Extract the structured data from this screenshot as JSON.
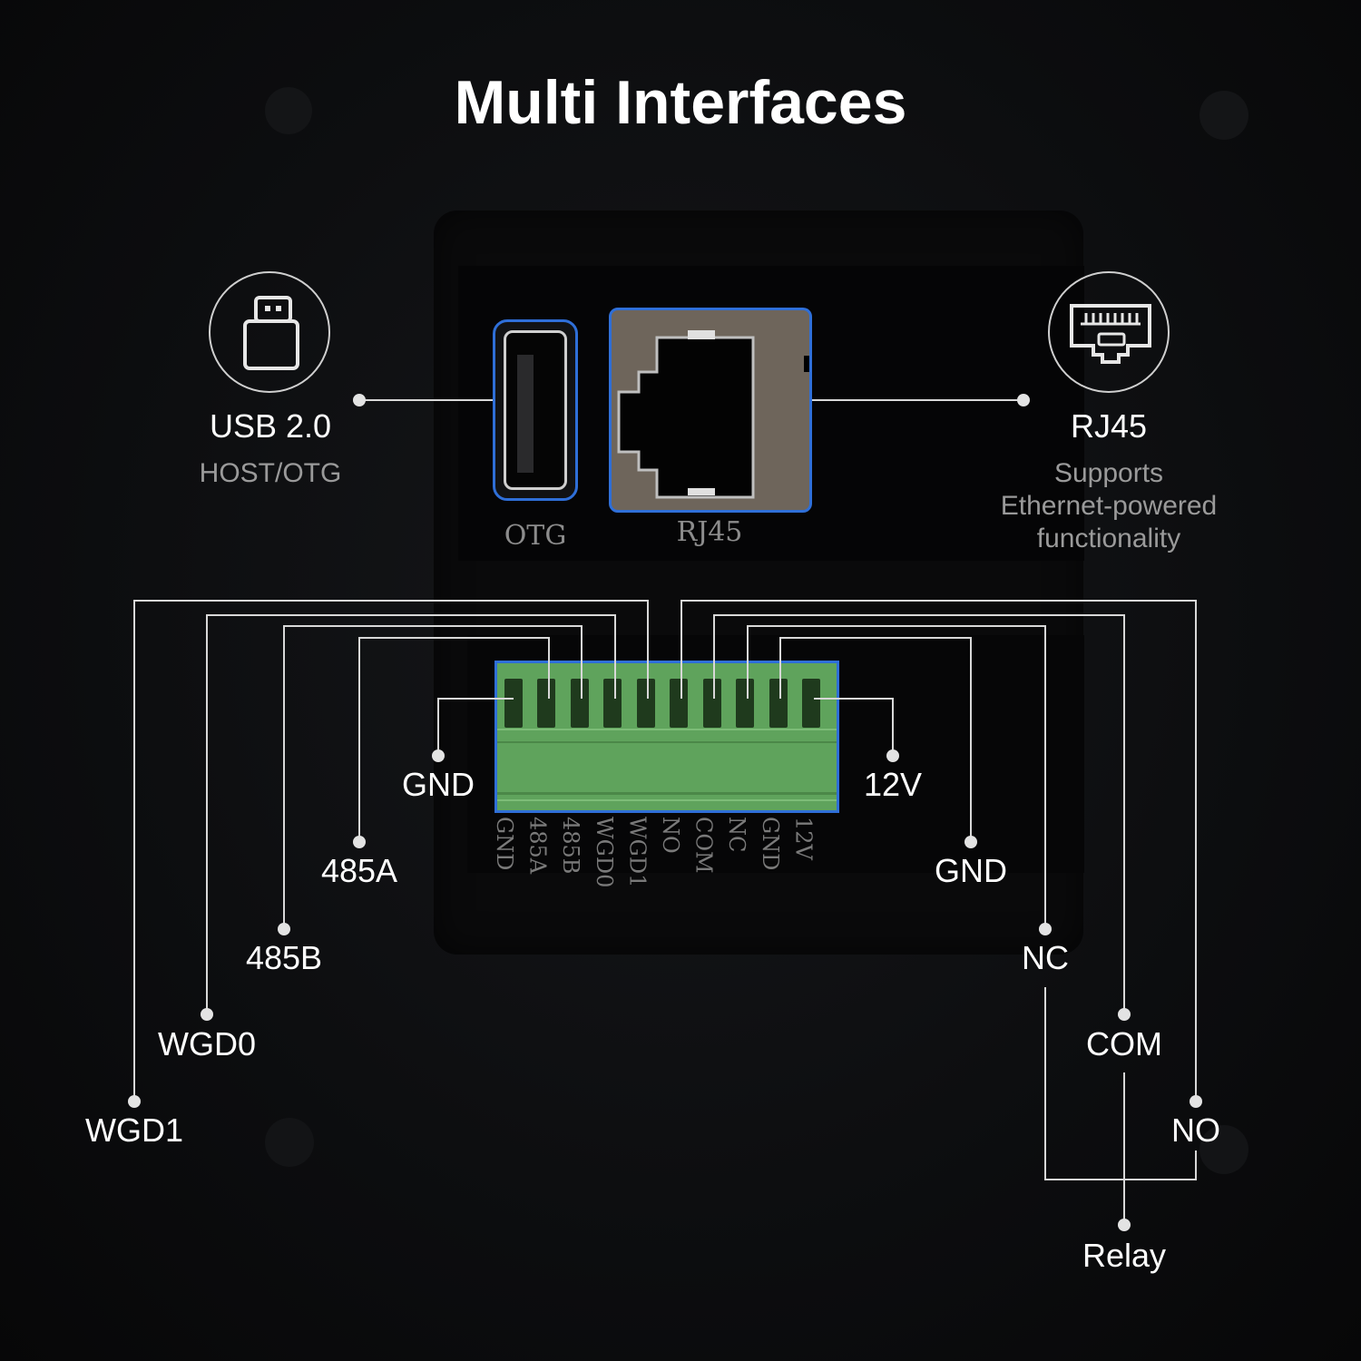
{
  "title": "Multi Interfaces",
  "usb": {
    "label": "USB 2.0",
    "sub": "HOST/OTG",
    "icon": "usb-drive-icon"
  },
  "rj45": {
    "label": "RJ45",
    "sub_lines": [
      "Supports",
      "Ethernet-powered",
      "functionality"
    ],
    "icon": "ethernet-port-icon"
  },
  "ports": {
    "otg": "OTG",
    "rj45": "RJ45"
  },
  "terminal_pins": [
    "GND",
    "485A",
    "485B",
    "WGD0",
    "WGD1",
    "NO",
    "COM",
    "NC",
    "GND",
    "12V"
  ],
  "callouts": {
    "gnd_left": "GND",
    "v12": "12V",
    "a485": "485A",
    "gnd_right": "GND",
    "b485": "485B",
    "nc": "NC",
    "wgd0": "WGD0",
    "com": "COM",
    "wgd1": "WGD1",
    "no": "NO",
    "relay": "Relay"
  },
  "colors": {
    "terminal_green": "#5fa35c",
    "port_border": "#2f6fd8",
    "rj45_body": "#6e655b",
    "wire": "#d8d8d8"
  }
}
